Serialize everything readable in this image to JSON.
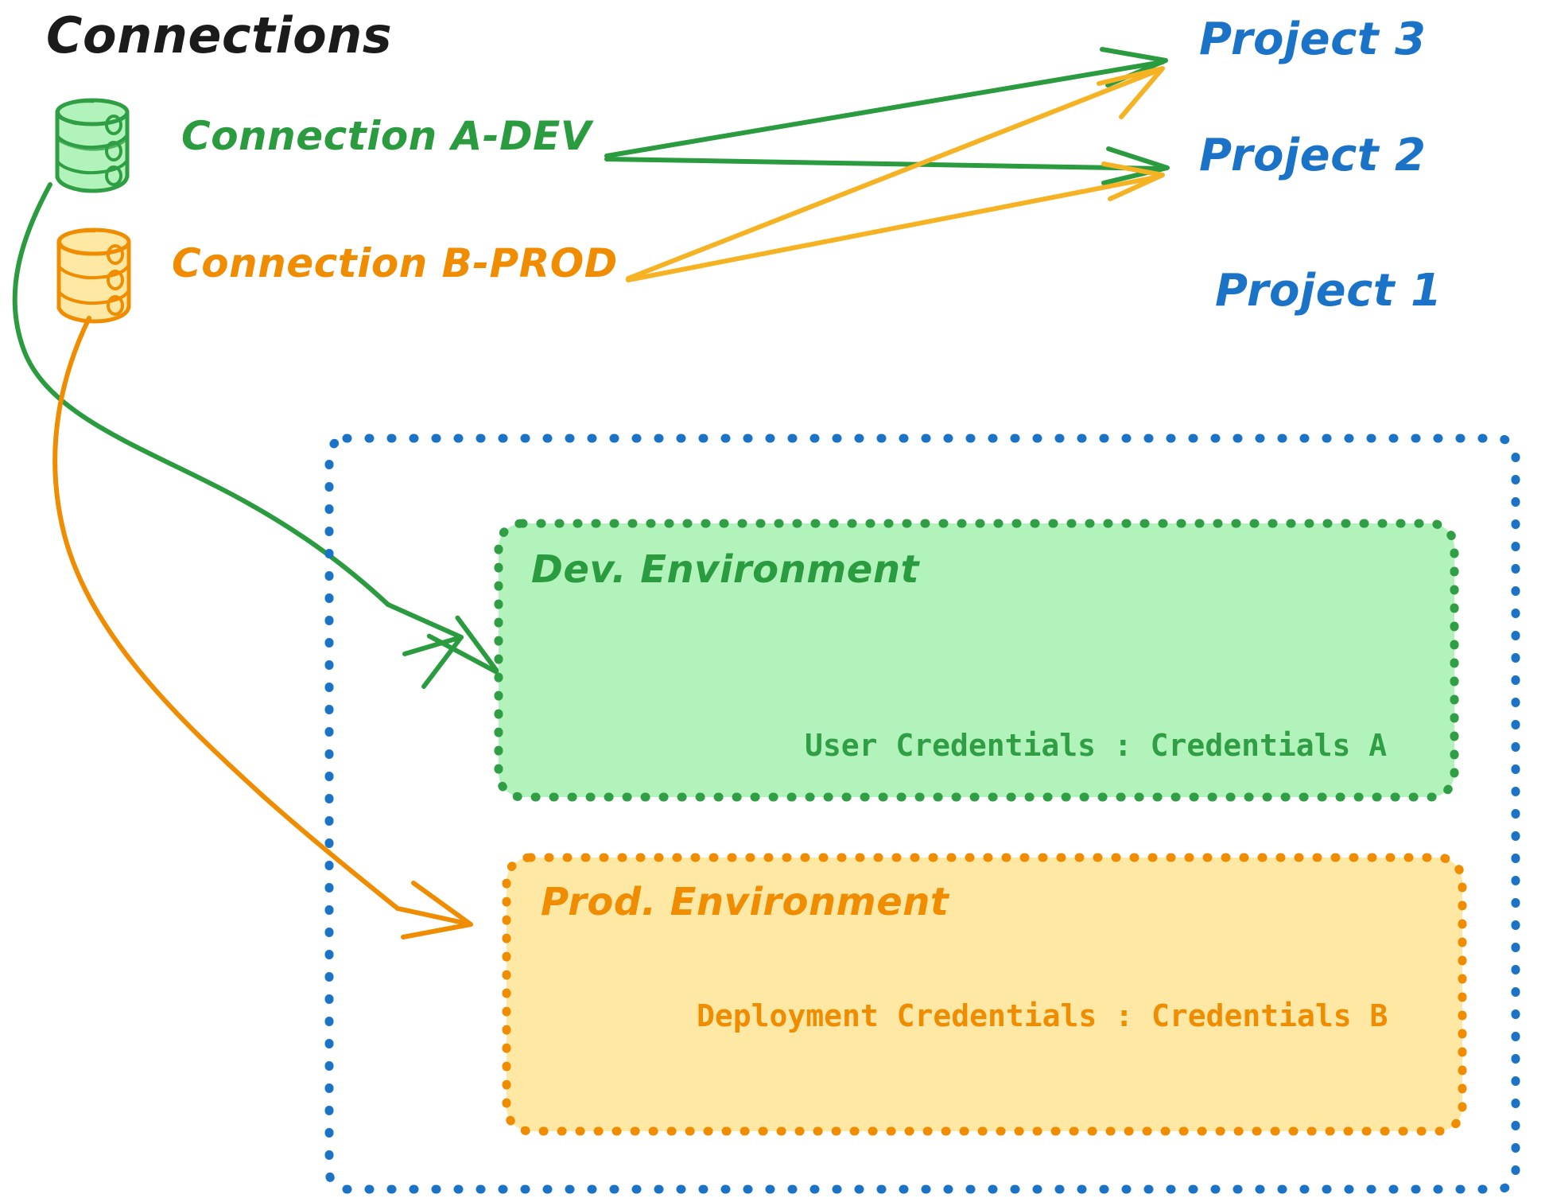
{
  "diagram": {
    "title": "Connections",
    "connections": [
      {
        "id": "a-dev",
        "label": "Connection A-DEV",
        "color": "#2b9b3f",
        "fill": "#b2f2bb",
        "icon": "database-cylinder-icon"
      },
      {
        "id": "b-prod",
        "label": "Connection B-PROD",
        "color": "#f08c00",
        "fill": "#ffe8a3",
        "icon": "database-cylinder-icon"
      }
    ],
    "projects": [
      {
        "id": "project-3",
        "label": "Project 3",
        "color": "#1a73c7"
      },
      {
        "id": "project-2",
        "label": "Project 2",
        "color": "#1a73c7"
      },
      {
        "id": "project-1",
        "label": "Project 1",
        "color": "#1a73c7"
      }
    ],
    "project_1_container": {
      "border_color": "#1a73c7",
      "border_style": "dotted",
      "environments": [
        {
          "id": "dev-environment",
          "title": "Dev. Environment",
          "credentials_label": "User Credentials : Credentials A",
          "border_color": "#2f9e44",
          "fill": "#b2f2bb",
          "text_color": "#2f9e44"
        },
        {
          "id": "prod-environment",
          "title": "Prod. Environment",
          "credentials_label": "Deployment Credentials : Credentials B",
          "border_color": "#f08c00",
          "fill": "#ffe8a3",
          "text_color": "#f08c00"
        }
      ]
    },
    "edges": [
      {
        "id": "a-dev-to-project-3",
        "from": "a-dev",
        "to": "project-3",
        "color": "#2b9b3f"
      },
      {
        "id": "a-dev-to-project-2",
        "from": "a-dev",
        "to": "project-2",
        "color": "#2b9b3f"
      },
      {
        "id": "b-prod-to-project-3",
        "from": "b-prod",
        "to": "project-3",
        "color": "#f5b323"
      },
      {
        "id": "b-prod-to-project-2",
        "from": "b-prod",
        "to": "project-2",
        "color": "#f5b323"
      },
      {
        "id": "a-dev-to-dev-environment",
        "from": "a-dev",
        "to": "dev-environment",
        "color": "#2b9b3f"
      },
      {
        "id": "b-prod-to-prod-environment",
        "from": "b-prod",
        "to": "prod-environment",
        "color": "#f08c00"
      }
    ]
  }
}
